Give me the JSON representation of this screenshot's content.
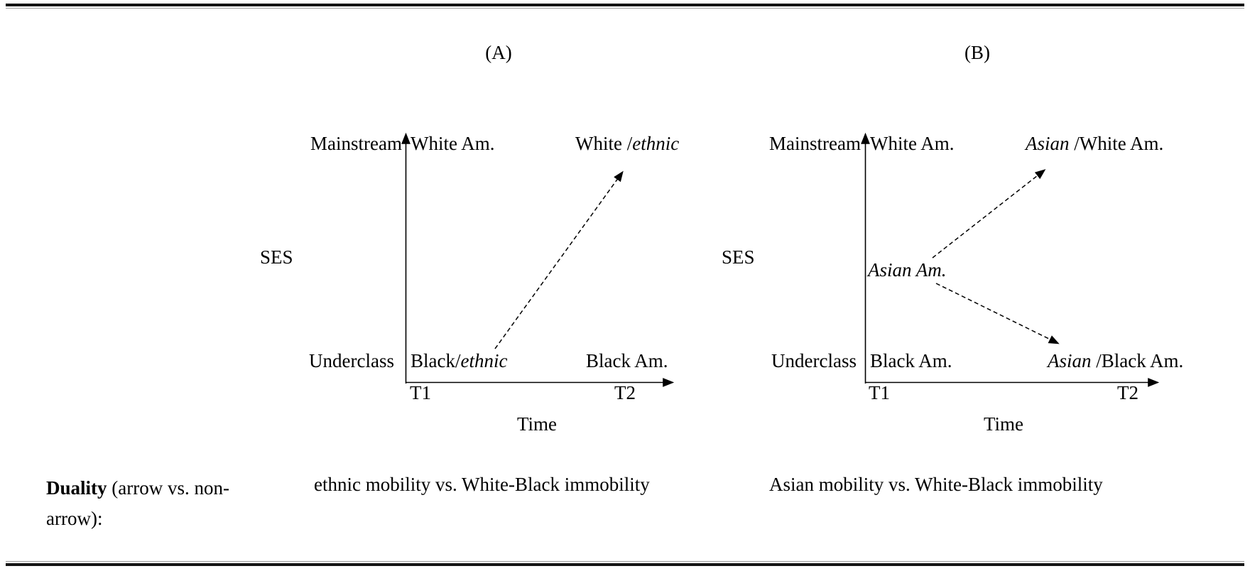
{
  "colors": {
    "ink": "#000000",
    "paper": "#ffffff"
  },
  "panel_a": {
    "title": "(A)",
    "ses_label": "SES",
    "mainstream_label": "Mainstream",
    "underclass_label": "Underclass",
    "white_am_label": "White Am.",
    "black_ethnic_roman": "Black/",
    "black_ethnic_italic": "ethnic",
    "white_ethnic_roman": "White /",
    "white_ethnic_italic": "ethnic",
    "black_am_label": "Black Am.",
    "t1_label": "T1",
    "t2_label": "T2",
    "time_label": "Time",
    "caption": "ethnic mobility vs. White-Black immobility"
  },
  "panel_b": {
    "title": "(B)",
    "ses_label": "SES",
    "mainstream_label": "Mainstream",
    "underclass_label": "Underclass",
    "white_am_label": "White Am.",
    "asian_am_italic": "Asian Am.",
    "black_am_label": "Black Am.",
    "asian_white_italic": "Asian",
    "asian_white_roman": " /White Am.",
    "asian_black_italic": "Asian",
    "asian_black_roman": " /Black Am.",
    "t1_label": "T1",
    "t2_label": "T2",
    "time_label": "Time",
    "caption": "Asian mobility vs. White-Black immobility"
  },
  "duality": {
    "term_bold": "Duality",
    "qualifier": " (arrow vs. non-arrow):"
  }
}
